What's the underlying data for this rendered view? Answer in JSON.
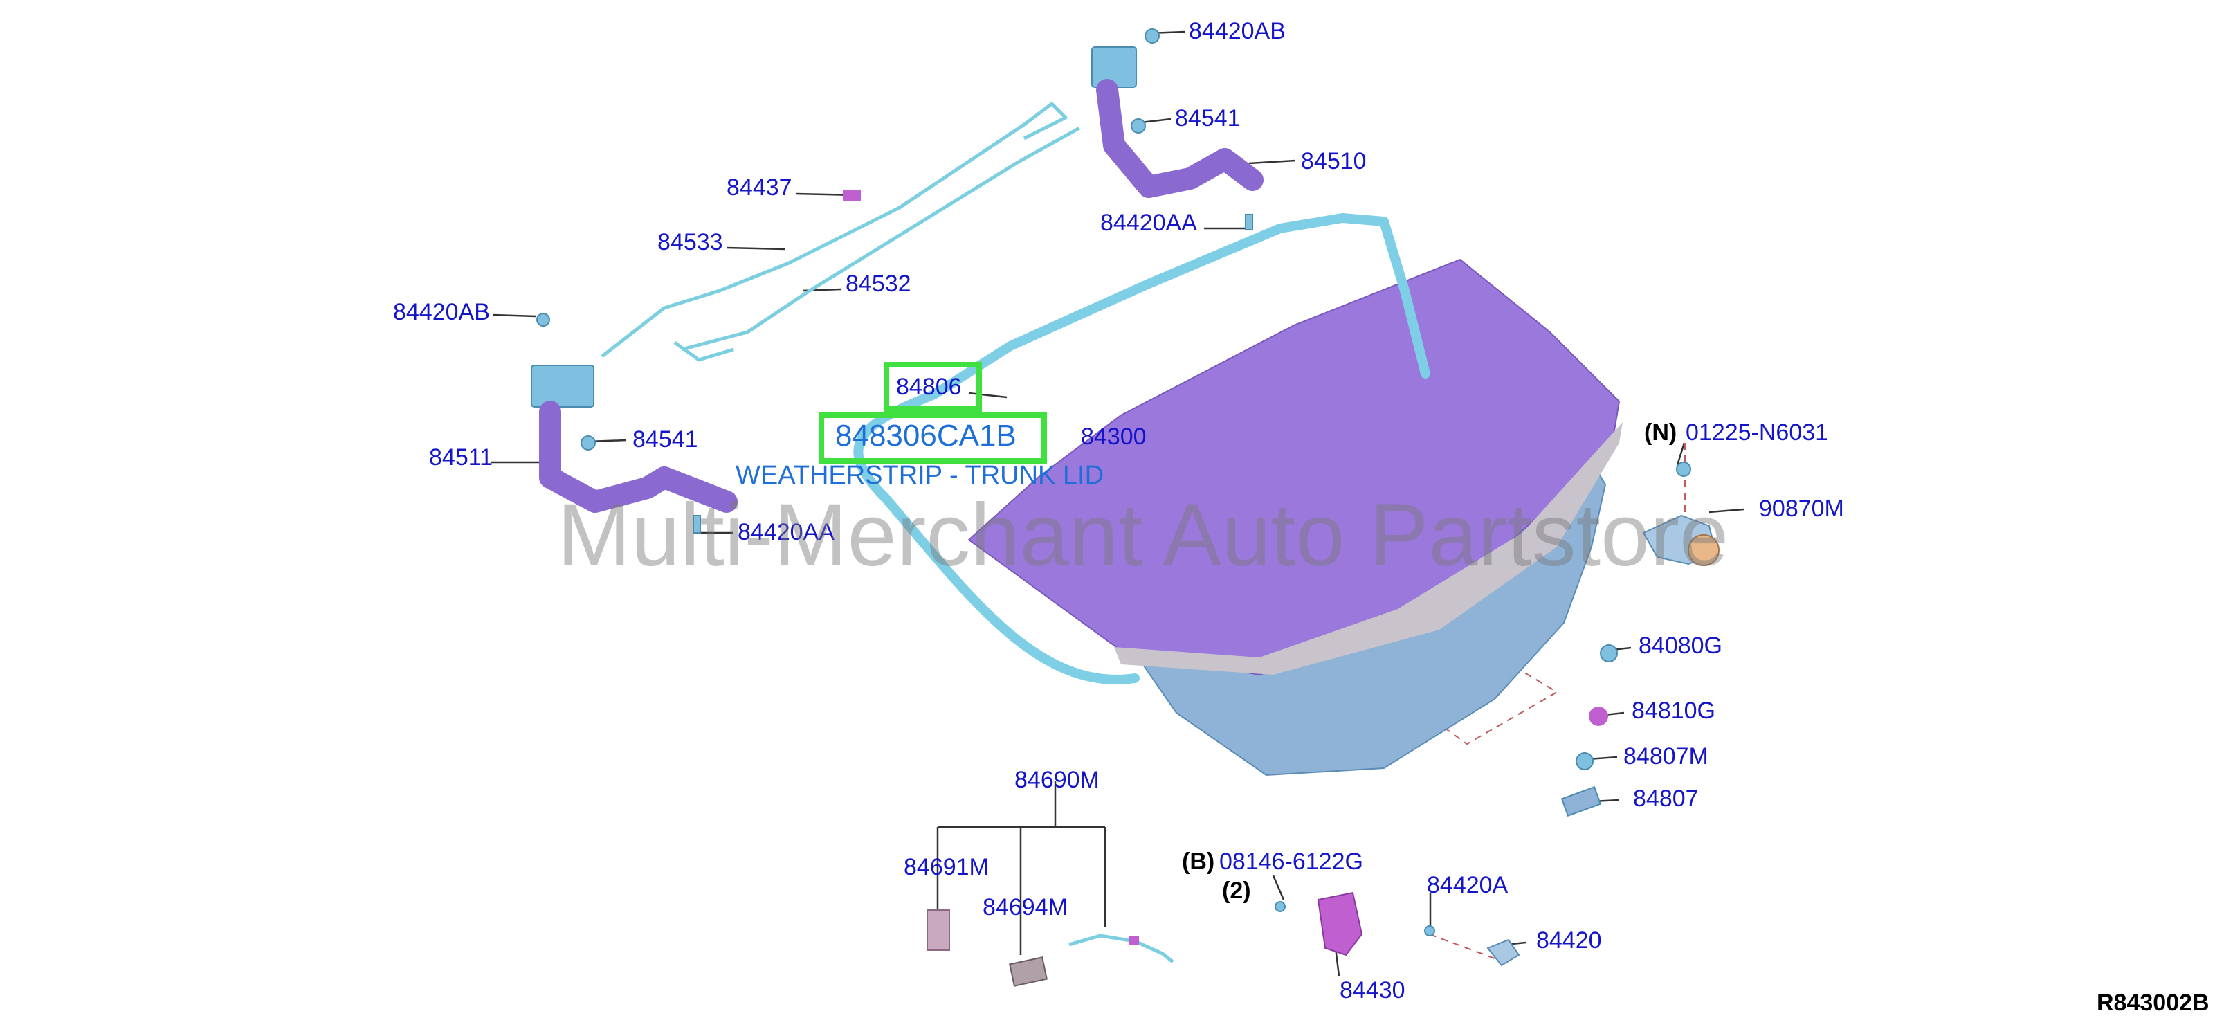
{
  "diagram": {
    "id": "R843002B",
    "watermark": "Multi-Merchant Auto Partstore",
    "colors": {
      "label": "#1414c8",
      "highlight_box": "#3fe03f",
      "selected_text": "#1e6fd8",
      "trunk_lid": "#9b78dc",
      "inner_panel": "#8fb3d6",
      "weatherstrip": "#7ecfe6",
      "hinge": "#8a6ad0",
      "cable": "#7ccfe0"
    },
    "selected": {
      "part_number": "848306CA1B",
      "description": "WEATHERSTRIP - TRUNK LID",
      "ref": "84806"
    },
    "labels": {
      "p84420ab_top": "84420AB",
      "p84541_top": "84541",
      "p84510": "84510",
      "p84437": "84437",
      "p84420aa_top": "84420AA",
      "p84533": "84533",
      "p84532": "84532",
      "p84420ab_left": "84420AB",
      "p84806": "84806",
      "p84300": "84300",
      "p84541_left": "84541",
      "p84511": "84511",
      "p84420aa_left": "84420AA",
      "n_tag": "(N)",
      "p01225": "01225-N6031",
      "p90870m": "90870M",
      "p84080g": "84080G",
      "p84810g": "84810G",
      "p84807m": "84807M",
      "p84807": "84807",
      "p84690m": "84690M",
      "p84691m": "84691M",
      "p84694m": "84694M",
      "b_tag": "(B)",
      "p08146": "08146-6122G",
      "qty_2": "(2)",
      "p84420a": "84420A",
      "p84420": "84420",
      "p84430": "84430"
    }
  }
}
